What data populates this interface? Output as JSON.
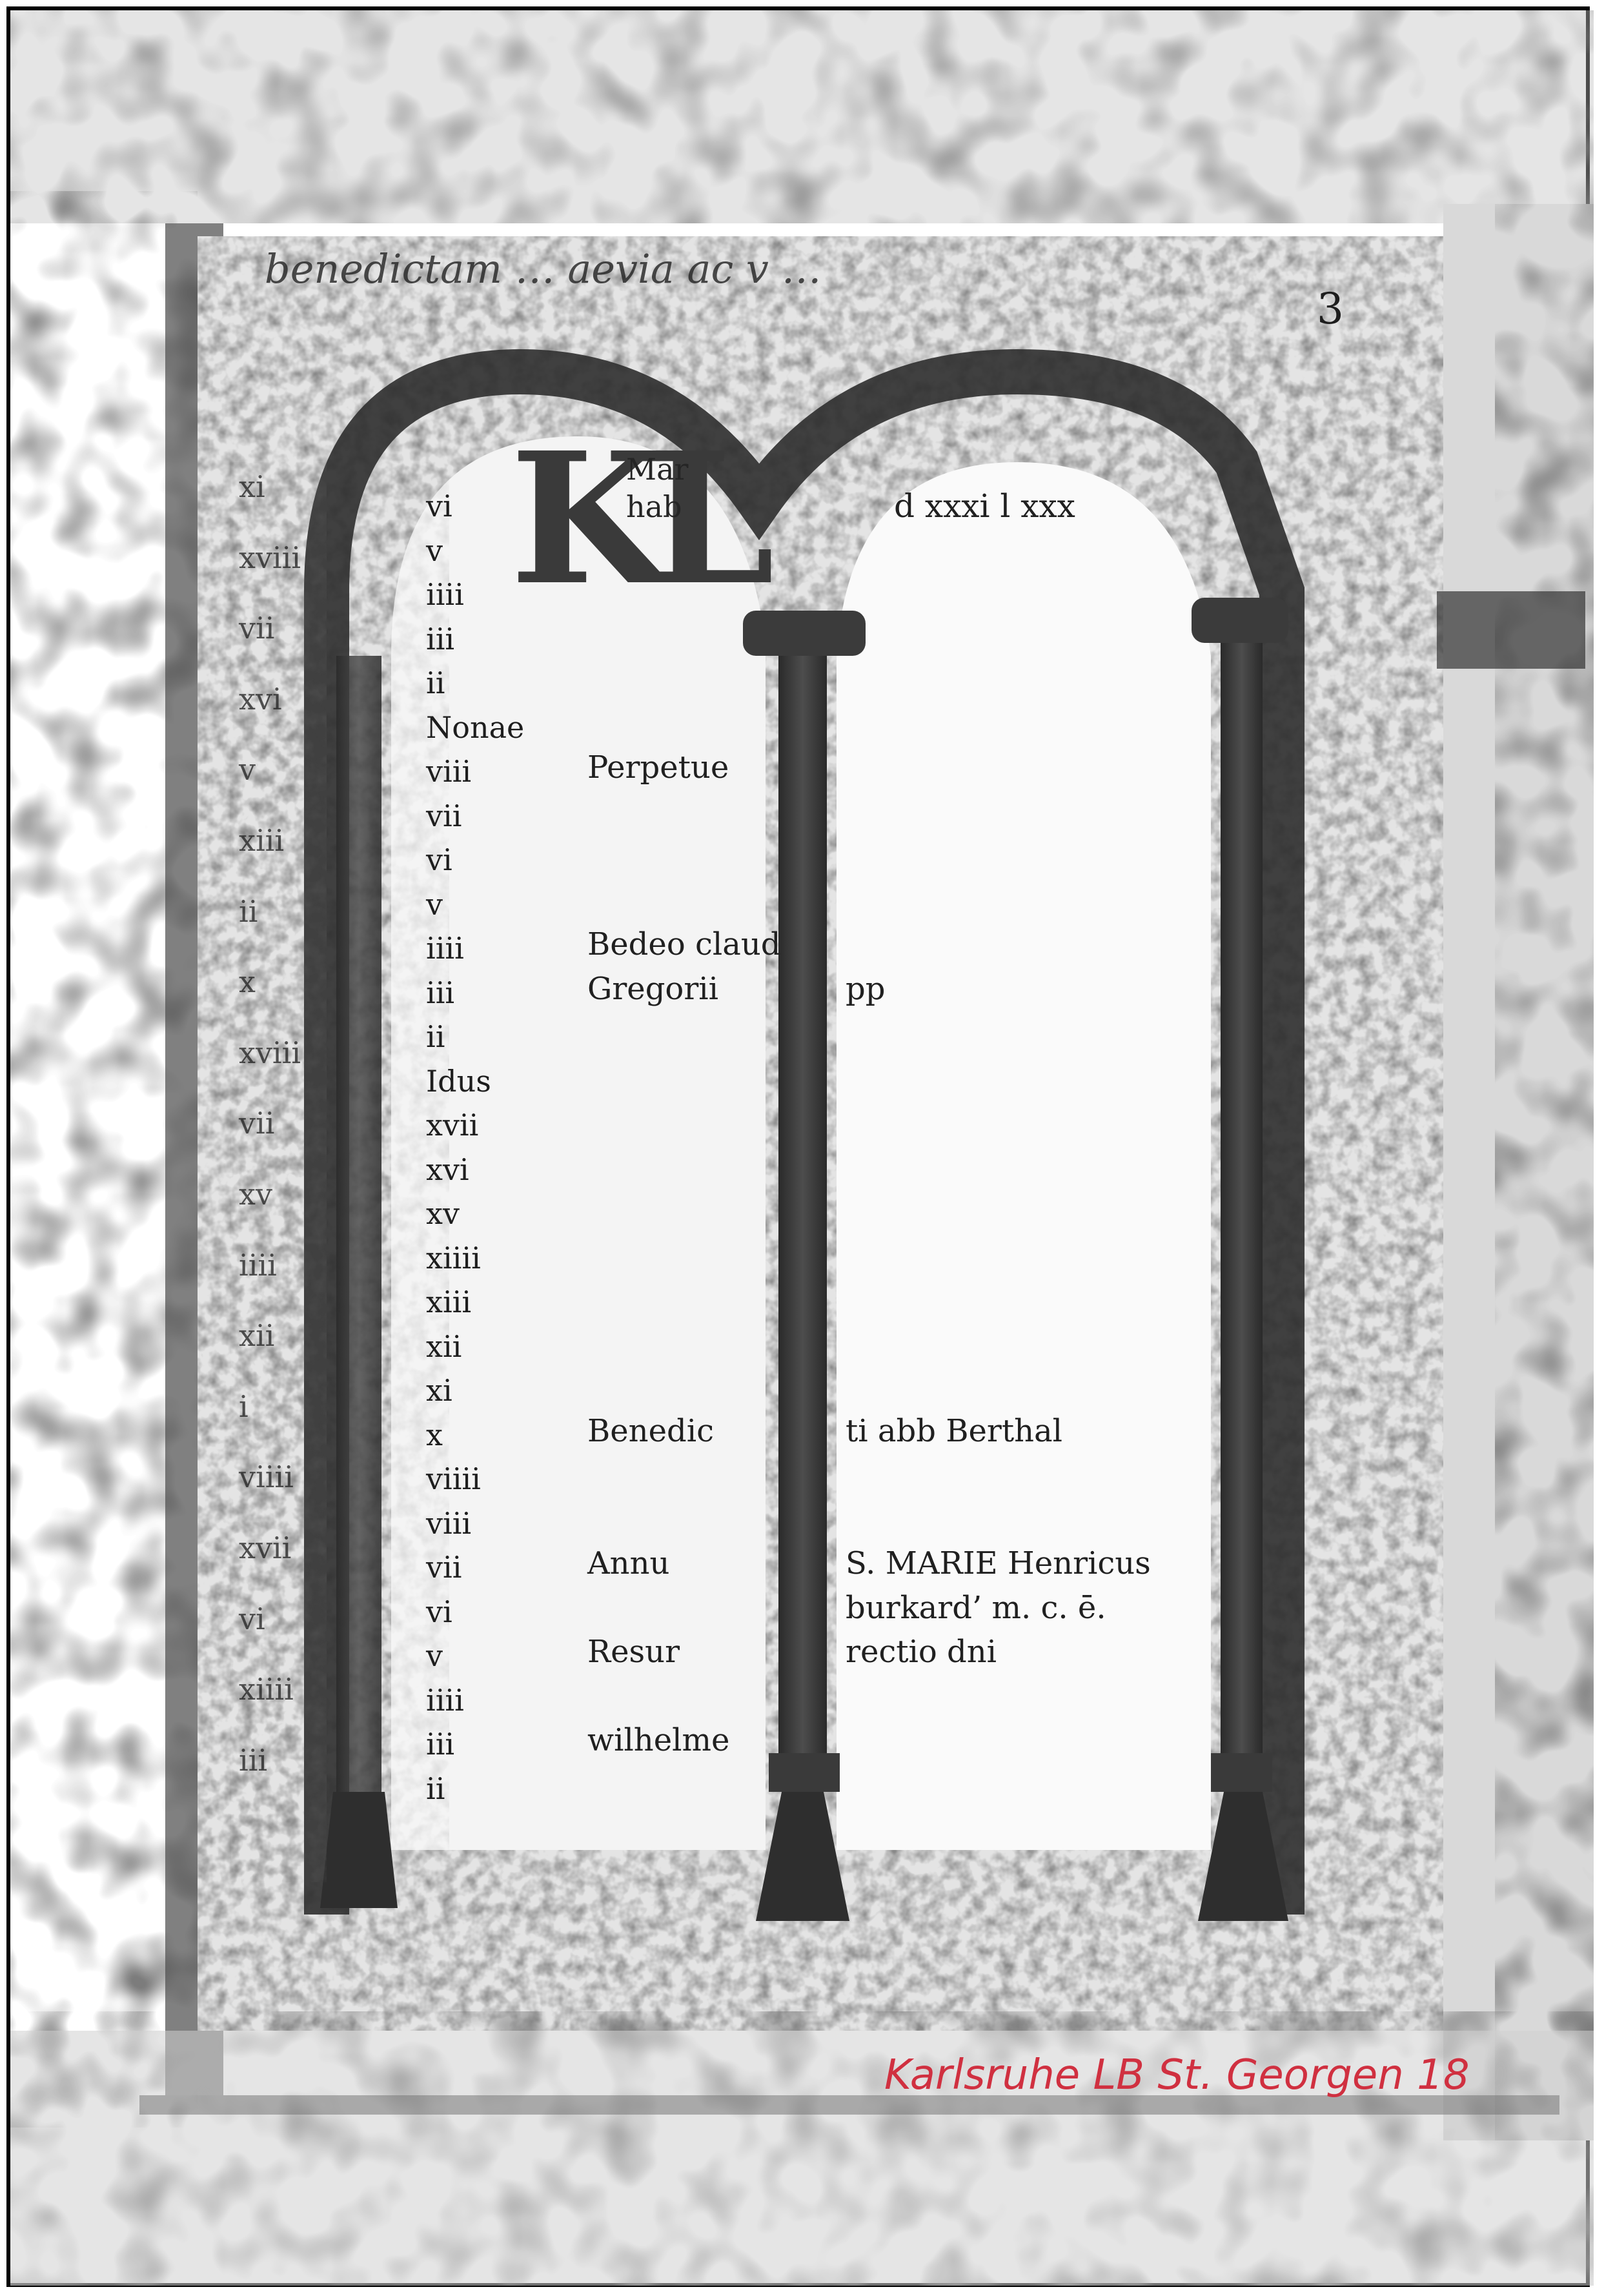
{
  "document": {
    "heading": "benedictam … aevia ac v …",
    "folio": "3",
    "initial": "KL",
    "kl_top": "Mar",
    "kl_sub": "hab",
    "top_right": "d xxxi l xxx",
    "left_margin": [
      {
        "text": "xi"
      },
      {
        "text": "xviii"
      },
      {
        "text": "vii"
      },
      {
        "text": "xvi"
      },
      {
        "text": "v"
      },
      {
        "text": "xiii"
      },
      {
        "text": "ii"
      },
      {
        "text": "x"
      },
      {
        "text": "xviii"
      },
      {
        "text": "vii"
      },
      {
        "text": "xv"
      },
      {
        "text": "iiii"
      },
      {
        "text": "xii"
      },
      {
        "text": "i"
      },
      {
        "text": "viiii"
      },
      {
        "text": "xvii"
      },
      {
        "text": "vi"
      },
      {
        "text": "xiiii"
      },
      {
        "text": "iii"
      }
    ],
    "number_col": [
      "vi",
      "v",
      "iiii",
      "iii",
      "ii",
      "Nonae",
      "viii",
      "vii",
      "vi",
      "v",
      "iiii",
      "iii",
      "ii",
      "Idus",
      "xvii",
      "xvi",
      "xv",
      "xiiii",
      "xiii",
      "xii",
      "xi",
      "x",
      "viiii",
      "viii",
      "vii",
      "vi",
      "v",
      "iiii",
      "iii",
      "ii"
    ],
    "entries": [
      {
        "text": "Perpetue",
        "row": 6
      },
      {
        "text": "Bedeo claud",
        "row": 10
      },
      {
        "text": "Gregorii",
        "row": 11
      },
      {
        "text": "pp",
        "row": 11,
        "col": "right"
      },
      {
        "text": "Benedic",
        "row": 21
      },
      {
        "text": "ti abb Berthal",
        "row": 21,
        "col": "right"
      },
      {
        "text": "Annu",
        "row": 24
      },
      {
        "text": "S. MARIE Henricus",
        "row": 24,
        "col": "right"
      },
      {
        "text": "burkard’ m. c. ē.",
        "row": 25,
        "col": "right"
      },
      {
        "text": "Resur",
        "row": 26
      },
      {
        "text": "rectio dni",
        "row": 26,
        "col": "right"
      },
      {
        "text": "wilhelme",
        "row": 28
      }
    ],
    "annotation": "Karlsruhe LB St. Georgen 18"
  }
}
